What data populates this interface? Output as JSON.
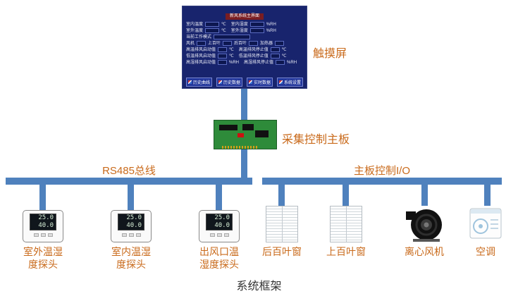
{
  "colors": {
    "connector": "#4f81bd",
    "label": "#c96a1b",
    "screen_bg": "#18246d",
    "caption_color": "#333333"
  },
  "touch_screen": {
    "label": "触摸屏",
    "title": "新风系统主界面",
    "rows": [
      {
        "fields": [
          {
            "label": "室内温度",
            "unit": "℃"
          },
          {
            "label": "室内湿度",
            "unit": "%RH"
          }
        ]
      },
      {
        "fields": [
          {
            "label": "室外温度",
            "unit": "℃"
          },
          {
            "label": "室外湿度",
            "unit": "%RH"
          }
        ]
      },
      {
        "fields": [
          {
            "label": "当前工作模式",
            "unit": ""
          }
        ]
      },
      {
        "fields": [
          {
            "label": "风机",
            "unit": ""
          },
          {
            "label": "上百叶",
            "unit": ""
          },
          {
            "label": "后百叶",
            "unit": ""
          },
          {
            "label": "加热器",
            "unit": ""
          }
        ]
      },
      {
        "fields": [
          {
            "label": "高温排风启动值",
            "unit": "℃"
          },
          {
            "label": "高温排风停止值",
            "unit": "℃"
          }
        ]
      },
      {
        "fields": [
          {
            "label": "低温排风启动值",
            "unit": "℃"
          },
          {
            "label": "低温排风停止值",
            "unit": "℃"
          }
        ]
      },
      {
        "fields": [
          {
            "label": "高湿排风启动值",
            "unit": "%RH"
          },
          {
            "label": "高湿排风停止值",
            "unit": "%RH"
          }
        ]
      }
    ],
    "buttons": [
      "历史曲线",
      "历史数据",
      "实时数据",
      "系统设置"
    ]
  },
  "controller": {
    "label": "采集控制主板"
  },
  "buses": {
    "left": {
      "label": "RS485总线"
    },
    "right": {
      "label": "主板控制I/O"
    }
  },
  "sensors": [
    {
      "label_line1": "室外温湿",
      "label_line2": "度探头",
      "temp": "25.0",
      "humidity": "40.0"
    },
    {
      "label_line1": "室内温湿",
      "label_line2": "度探头",
      "temp": "25.0",
      "humidity": "40.0"
    },
    {
      "label_line1": "出风口温",
      "label_line2": "湿度探头",
      "temp": "25.0",
      "humidity": "40.0"
    }
  ],
  "actuators": [
    {
      "label": "后百叶窗"
    },
    {
      "label": "上百叶窗"
    },
    {
      "label": "离心风机"
    },
    {
      "label": "空调"
    }
  ],
  "caption": "系统框架"
}
